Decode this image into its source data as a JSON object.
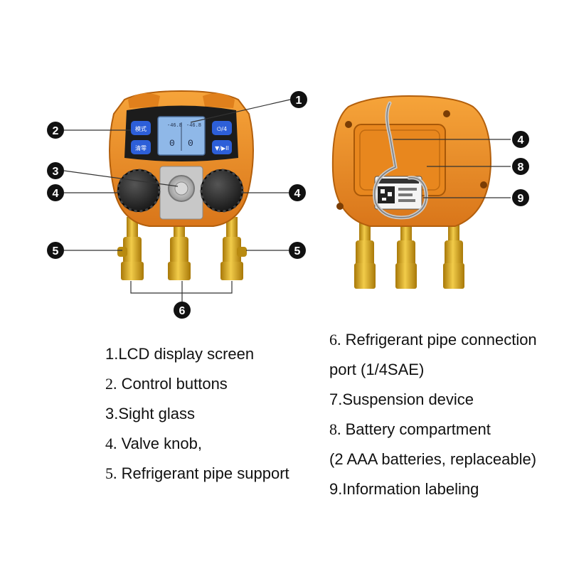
{
  "callouts": {
    "front": {
      "c1": "1",
      "c2": "2",
      "c3": "3",
      "c4L": "4",
      "c4R": "4",
      "c5L": "5",
      "c5R": "5",
      "c6": "6"
    },
    "back": {
      "c4": "4",
      "c8": "8",
      "c9": "9"
    }
  },
  "device": {
    "front_buttons": {
      "top_left": "模式",
      "bottom_left": "清零",
      "top_right": "⏻/4",
      "bottom_right": "▼/▶II"
    },
    "lcd": {
      "row1_left": "-46.8",
      "row1_right": "-46.8",
      "row2_left": "0",
      "row2_right": "0"
    }
  },
  "legend": {
    "left": [
      {
        "num": "1.",
        "text": "LCD display screen",
        "serif": false
      },
      {
        "num": "2.",
        "text": " Control buttons",
        "serif": true
      },
      {
        "num": "3.",
        "text": "Sight glass",
        "serif": false
      },
      {
        "num": "4.",
        "text": " Valve knob,",
        "serif": true
      },
      {
        "num": "5.",
        "text": " Refrigerant pipe support",
        "serif": true
      }
    ],
    "right": [
      {
        "num": "6.",
        "text": " Refrigerant pipe connection",
        "serif": true
      },
      {
        "num": "",
        "text": "port (1/4SAE)",
        "serif": false
      },
      {
        "num": "7.",
        "text": "Suspension device",
        "serif": false
      },
      {
        "num": "8.",
        "text": " Battery compartment",
        "serif": true
      },
      {
        "num": "",
        "text": "(2 AAA batteries, replaceable)",
        "serif": false
      },
      {
        "num": "9.",
        "text": "Information labeling",
        "serif": false
      }
    ]
  },
  "colors": {
    "body_orange": "#f08c1e",
    "dark_orange": "#c8640a",
    "brass": "#d4a017",
    "knob": "#2a2a2a",
    "callout": "#111111",
    "lcd": "#8fb8e8",
    "button_blue": "#2d5fd8"
  }
}
